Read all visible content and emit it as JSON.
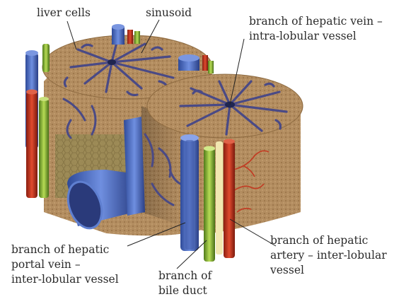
{
  "labels": {
    "liver_cells": "liver cells",
    "sinusoid": "sinusoid",
    "hepatic_vein": [
      "branch of hepatic vein –",
      "intra-lobular vessel"
    ],
    "portal_vein": [
      "branch of hepatic",
      "portal vein –",
      "inter-lobular vessel"
    ],
    "bile_duct": [
      "branch of",
      "bile duct"
    ],
    "hepatic_artery": [
      "branch of hepatic",
      "artery – inter-lobular",
      "vessel"
    ]
  },
  "colors": {
    "lobule_tissue": "#b08a5e",
    "sinusoid": "#4a4a86",
    "portal_vein": "#4f6fc0",
    "hepatic_artery": "#c23a22",
    "bile_duct": "#8fb83a",
    "central_vein": "#1f2550",
    "leader_line": "#222222"
  }
}
